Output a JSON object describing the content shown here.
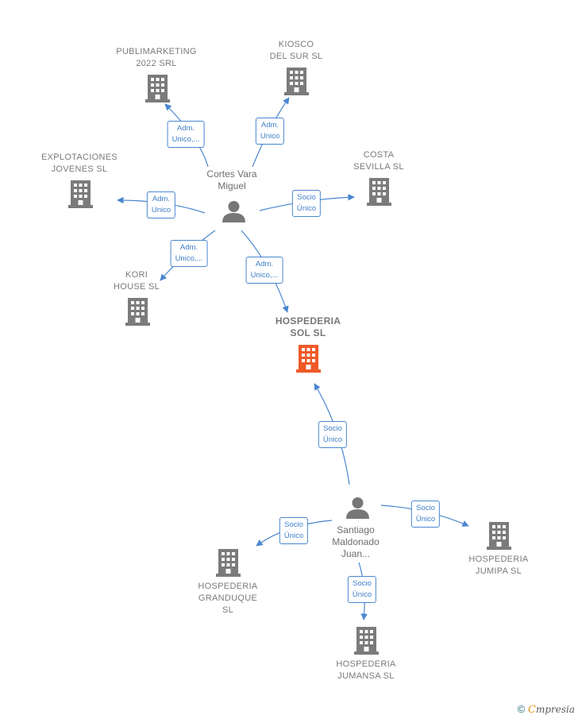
{
  "colors": {
    "company": "#7b7b7b",
    "main_company": "#f05a28",
    "person": "#777777",
    "edge": "#4a86cf",
    "edge_text": "#3e7fc8"
  },
  "companies": [
    {
      "id": "c1",
      "label": "PUBLIMARKETING\n2022 SRL"
    },
    {
      "id": "c2",
      "label": "KIOSCO\nDEL SUR  SL"
    },
    {
      "id": "c3",
      "label": "EXPLOTACIONES\nJOVENES  SL"
    },
    {
      "id": "c4",
      "label": "COSTA\nSEVILLA SL"
    },
    {
      "id": "c5",
      "label": "KORI\nHOUSE  SL"
    },
    {
      "id": "main",
      "label": "HOSPEDERIA\nSOL  SL"
    },
    {
      "id": "c6",
      "label": "HOSPEDERIA\nJUMIPA  SL"
    },
    {
      "id": "c7",
      "label": "HOSPEDERIA\nGRANDUQUE\nSL"
    },
    {
      "id": "c8",
      "label": "HOSPEDERIA\nJUMANSA  SL"
    }
  ],
  "persons": [
    {
      "id": "p1",
      "label": "Cortes Vara\nMiguel"
    },
    {
      "id": "p2",
      "label": "Santiago\nMaldonado\nJuan..."
    }
  ],
  "relations": [
    {
      "id": "e1",
      "label": "Adm.\nUnico,..."
    },
    {
      "id": "e2",
      "label": "Adm.\nUnico"
    },
    {
      "id": "e3",
      "label": "Adm.\nUnico"
    },
    {
      "id": "e4",
      "label": "Socio\nÚnico"
    },
    {
      "id": "e5",
      "label": "Adm.\nUnico,..."
    },
    {
      "id": "e6",
      "label": "Adm.\nUnico,..."
    },
    {
      "id": "e7",
      "label": "Socio\nÚnico"
    },
    {
      "id": "e8",
      "label": "Socio\nÚnico"
    },
    {
      "id": "e9",
      "label": "Socio\nÚnico"
    },
    {
      "id": "e10",
      "label": "Socio\nÚnico"
    }
  ],
  "footer": {
    "copyright": "©",
    "brand_initial": "C",
    "brand_rest": "mpresia"
  }
}
